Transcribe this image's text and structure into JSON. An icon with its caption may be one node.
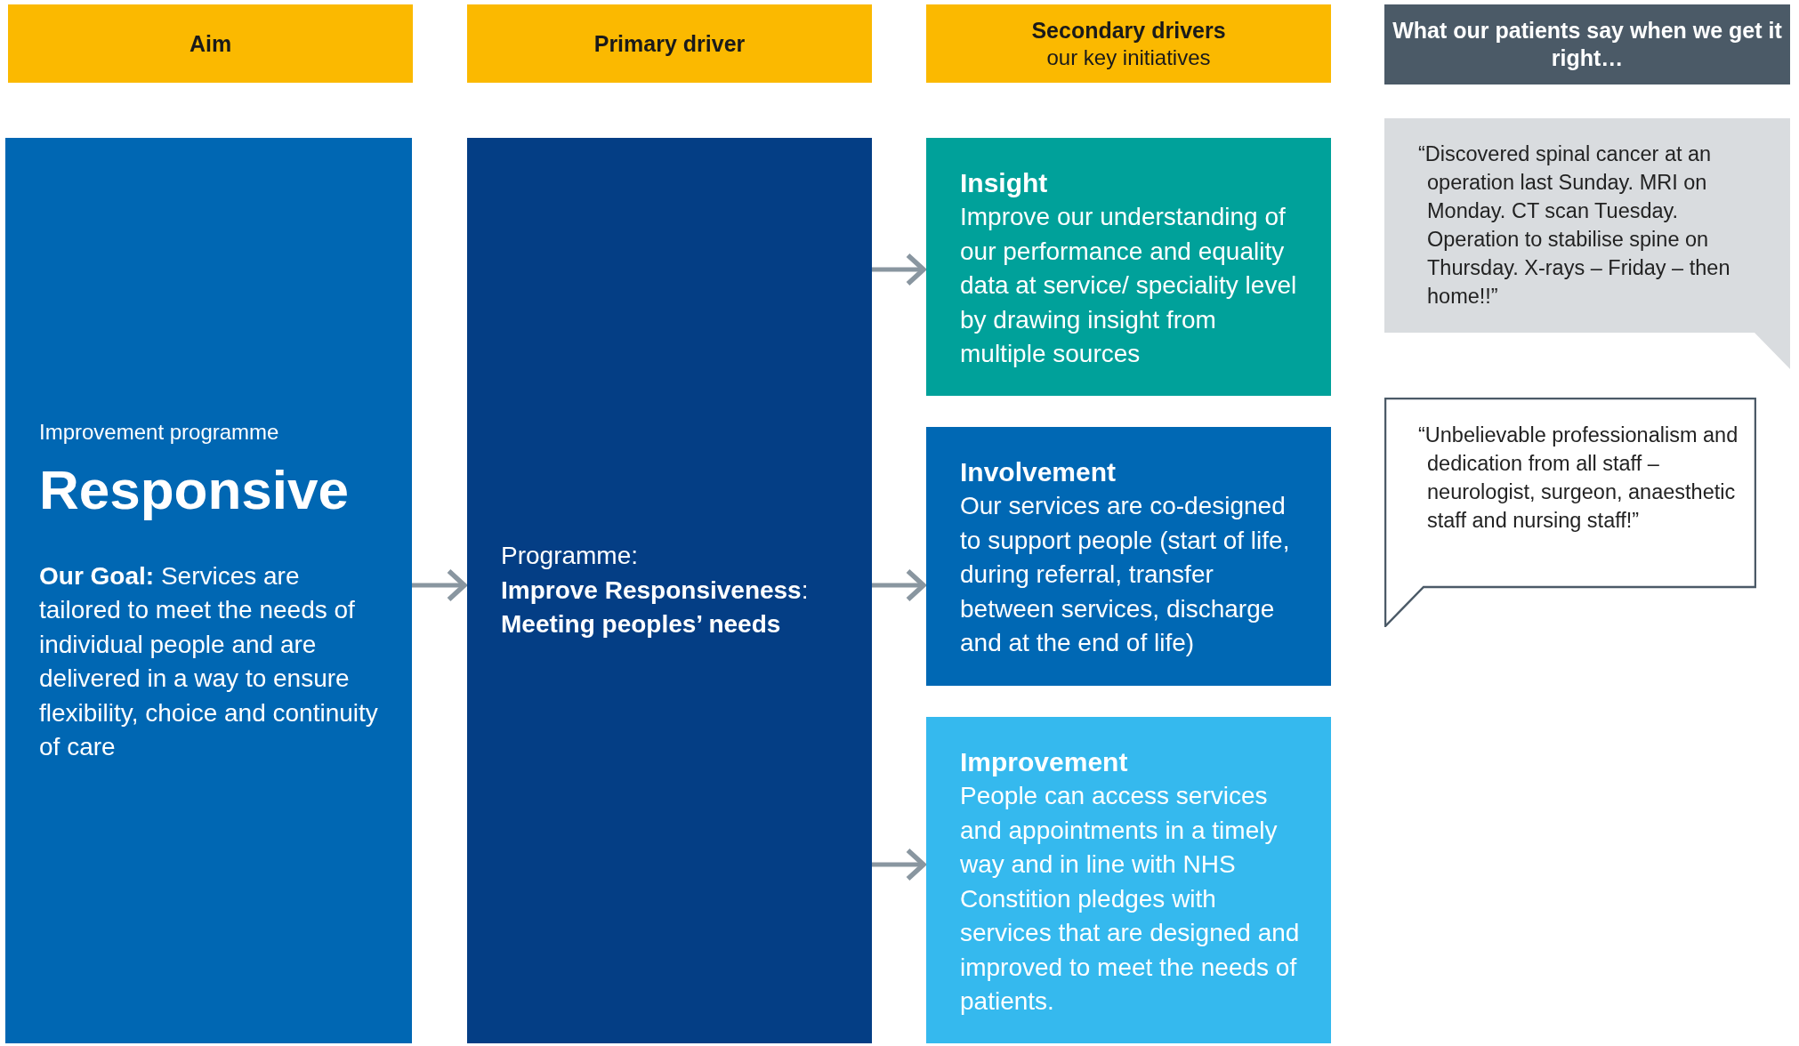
{
  "diagram": {
    "nodes": [
      {
        "text": [
          "Aim"
        ]
      },
      {
        "text": [
          "Primary driver"
        ]
      },
      {
        "text": [
          "Secondary drivers",
          "our key initiatives"
        ]
      },
      {
        "text": [
          "What our patients say when we get it right…"
        ]
      },
      {
        "text": [
          "Improvement programme",
          "Responsive",
          "**Our Goal:** Services are tailored to meet the needs of individual people and are delivered in a way to ensure flexibility, choice and continuity of care"
        ]
      },
      {
        "text": [
          "Programme:",
          "**Improve Responsiveness**: **Meeting peoples’ needs**"
        ]
      },
      {
        "text": [
          "Insight",
          "Improve our understanding of our performance and equality data at service/ speciality level by drawing insight from multiple sources"
        ]
      },
      {
        "text": [
          "Involvement",
          "Our services are co-designed to support people (start of life, during referral, transfer between services, discharge and at the end of life)"
        ]
      },
      {
        "text": [
          "Improvement",
          "People can access services and appointments in a timely way and in line with NHS Constition pledges with services that are designed and improved to meet the needs of patients."
        ]
      },
      {
        "text": [
          "“Discovered spinal cancer at an operation last Sunday. MRI on Monday. CT scan Tuesday. Operation to stabilise spine on Thursday. X-rays – Friday – then home!!”"
        ]
      },
      {
        "text": [
          "“Unbelievable professionalism and dedication from all staff – neurologist, surgeon, anaesthetic staff and nursing staff!”"
        ]
      }
    ],
    "edges": [
      {
        "from": 4,
        "to": 5,
        "arrow": "to"
      },
      {
        "from": 5,
        "to": 6,
        "arrow": "to"
      },
      {
        "from": 5,
        "to": 7,
        "arrow": "to"
      },
      {
        "from": 5,
        "to": 8,
        "arrow": "to"
      }
    ]
  }
}
